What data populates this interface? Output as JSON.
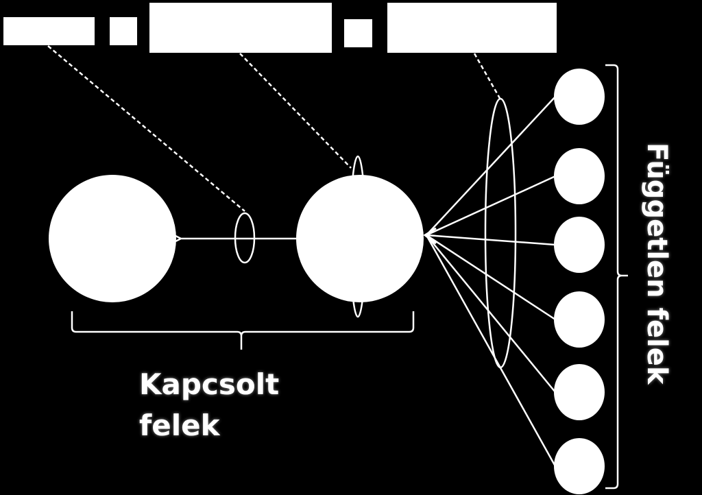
{
  "labels": {
    "coupled_line1": "Kapcsolt",
    "coupled_line2": "felek",
    "independent": "Független felek"
  },
  "header_boxes": [
    {
      "name": "header-box-1",
      "text": ""
    },
    {
      "name": "header-box-2",
      "text": ""
    },
    {
      "name": "header-box-3",
      "text": ""
    },
    {
      "name": "header-box-4",
      "text": ""
    },
    {
      "name": "header-box-5",
      "text": ""
    }
  ],
  "independent_party_count": 6,
  "colors": {
    "background": "#000000",
    "foreground": "#ffffff"
  }
}
